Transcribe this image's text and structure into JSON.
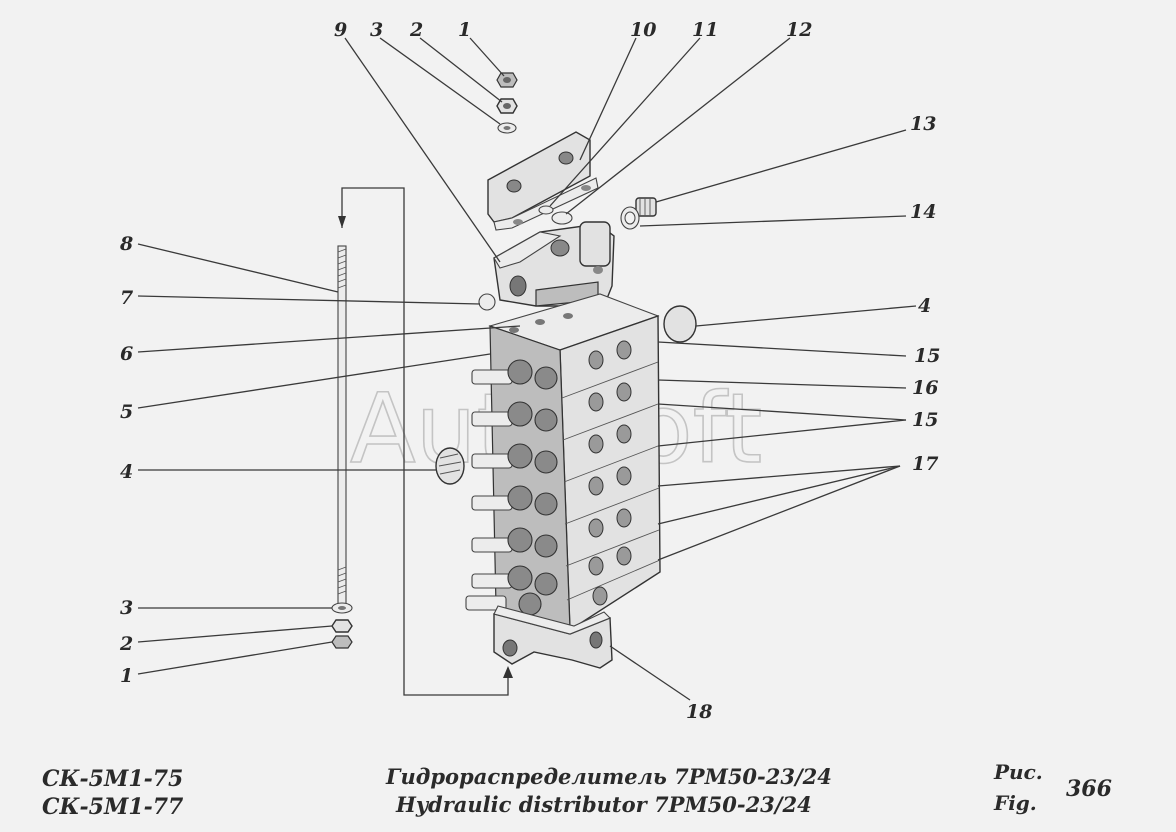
{
  "callouts": {
    "c1_top": "1",
    "c2_top": "2",
    "c3_top": "3",
    "c9": "9",
    "c10": "10",
    "c11": "11",
    "c12": "12",
    "c13": "13",
    "c14": "14",
    "c8": "8",
    "c7": "7",
    "c6": "6",
    "c5": "5",
    "c4_left": "4",
    "c3_bottom": "3",
    "c2_bottom": "2",
    "c1_bottom": "1",
    "c4_right": "4",
    "c15_a": "15",
    "c16": "16",
    "c15_b": "15",
    "c17": "17",
    "c18": "18"
  },
  "watermark": "AutoSoft",
  "footer": {
    "model_1": "СК-5М1-75",
    "model_2": "СК-5М1-77",
    "title_ru": "Гидрораспределитель 7РМ50-23/24",
    "title_en": "Hydraulic distributor 7РМ50-23/24",
    "fig_ru": "Рис.",
    "fig_en": "Fig.",
    "fig_number": "366"
  }
}
